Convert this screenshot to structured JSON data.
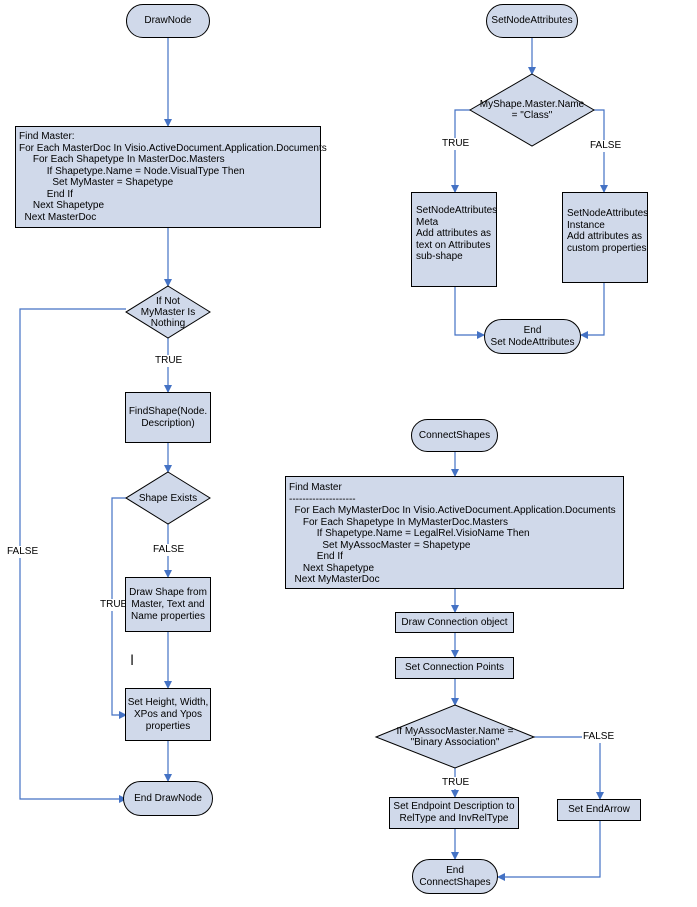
{
  "colors": {
    "shape_fill": "#d0d9ea",
    "connector": "#4472c4",
    "border": "#000000"
  },
  "draw_node": {
    "start": "DrawNode",
    "find_master": [
      "Find Master:",
      "For Each MasterDoc In Visio.ActiveDocument.Application.Documents",
      "     For Each Shapetype In MasterDoc.Masters",
      "          If Shapetype.Name = Node.VisualType Then",
      "            Set MyMaster = Shapetype",
      "          End If",
      "     Next Shapetype",
      "  Next MasterDoc"
    ],
    "decision_master": "If Not\nMyMaster Is\nNothing",
    "true_label": "TRUE",
    "false_label": "FALSE",
    "find_shape": "FindShape(Node.\nDescription)",
    "decision_shape": "Shape Exists",
    "shape_false_label": "FALSE",
    "shape_true_label": "TRUE",
    "draw_shape": "Draw Shape from\nMaster, Text and\nName properties",
    "set_height": "Set Height, Width,\nXPos and Ypos\nproperties",
    "end": "End DrawNode"
  },
  "set_node_attributes": {
    "start": "SetNodeAttributes",
    "decision": "MyShape.Master.Name\n= \"Class\"",
    "true_label": "TRUE",
    "false_label": "FALSE",
    "meta": [
      "SetNodeAttributes",
      "Meta",
      "",
      "Add attributes as",
      "text on Attributes",
      "sub-shape"
    ],
    "instance": [
      "SetNodeAttributes",
      "Instance",
      "",
      "Add attributes as",
      "custom properties"
    ],
    "end": "End\nSet NodeAttributes"
  },
  "connect_shapes": {
    "start": "ConnectShapes",
    "find_master": [
      "Find Master",
      "--------------------",
      "  For Each MyMasterDoc In Visio.ActiveDocument.Application.Documents",
      "     For Each Shapetype In MyMasterDoc.Masters",
      "          If Shapetype.Name = LegalRel.VisioName Then",
      "            Set MyAssocMaster = Shapetype",
      "          End If",
      "     Next Shapetype",
      "  Next MyMasterDoc"
    ],
    "draw_connection": "Draw Connection object",
    "set_points": "Set Connection Points",
    "decision": "If MyAssocMaster.Name =\n\"Binary Association\"",
    "true_label": "TRUE",
    "false_label": "FALSE",
    "set_endpoint": "Set Endpoint Description to\nRelType and InvRelType",
    "set_endarrow": "Set EndArrow",
    "end": "End\nConnectShapes"
  },
  "cursor_glyph": "I"
}
